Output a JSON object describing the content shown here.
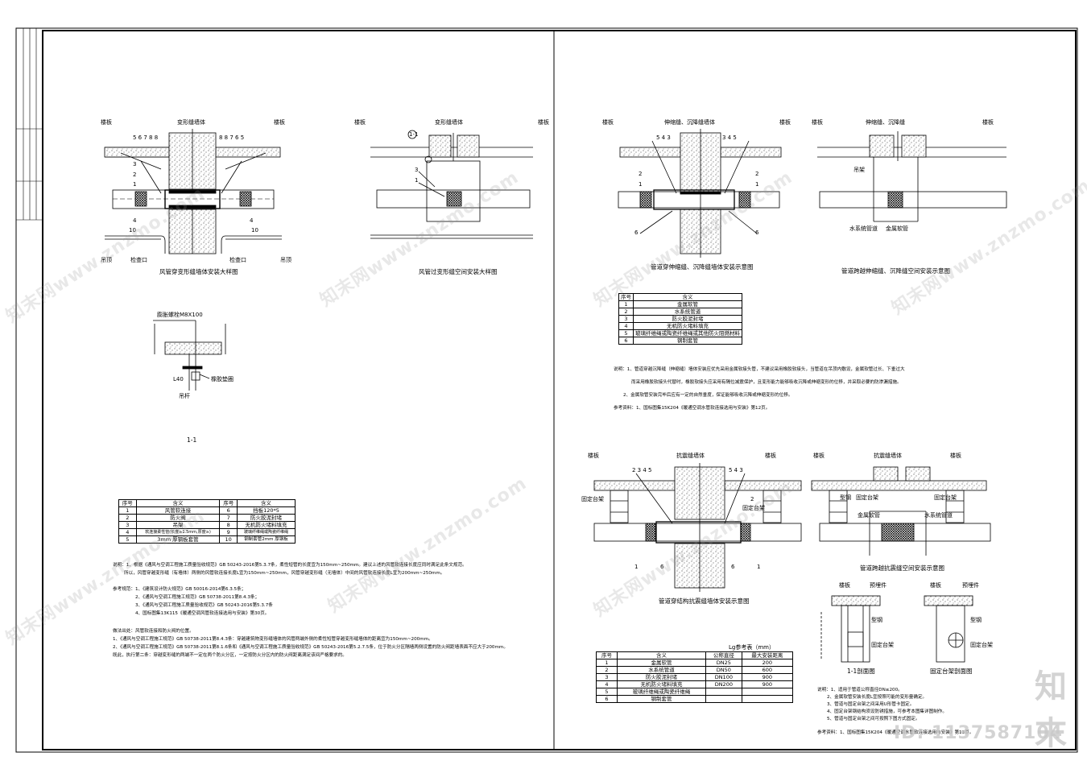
{
  "left": {
    "detail1": {
      "title": "风管穿变形缝墙体安装大样图",
      "labels": {
        "floor_l": "楼板",
        "wall": "变形缝墙体",
        "floor_r": "楼板",
        "nums_l": "5 6 7 8 8",
        "nums_r": "8 8 7 6 5",
        "c3": "3",
        "c2": "2",
        "c1": "1",
        "c4": "4",
        "c10": "10",
        "c4b": "4",
        "c10b": "10",
        "ceil_l": "吊顶",
        "port_l": "检查口",
        "port_r": "检查口",
        "ceil_r": "吊顶"
      }
    },
    "detail2": {
      "title": "风管过变形缝空间安装大样图",
      "labels": {
        "floor_l": "楼板",
        "joint": "变形缝墙体",
        "floor_r": "楼板",
        "c3": "3",
        "c1": "1",
        "ref": "1-1"
      }
    },
    "section": {
      "bolt": "膨胀螺栓M8X100",
      "angle": "L40",
      "hanger": "吊杆",
      "pad": "橡胶垫圈",
      "title": "1-1"
    },
    "table": {
      "headers": [
        "序号",
        "含义",
        "序号",
        "含义"
      ],
      "rows": [
        [
          "1",
          "风管软连接",
          "6",
          "挡板120*5"
        ],
        [
          "2",
          "防火阀",
          "7",
          "防火胶泥封堵"
        ],
        [
          "3",
          "吊架",
          "8",
          "无机防火堵料填充"
        ],
        [
          "4",
          "软连接柔性管(长度≥1.5mm,厚度≥)",
          "9",
          "玻璃纤维绳或陶瓷纤维绳"
        ],
        [
          "5",
          "3mm 厚钢板套管",
          "10",
          "钢制套管2mm 厚钢板"
        ]
      ]
    },
    "notes": [
      "说明：1、根据《通风与空调工程施工质量验收规范》GB 50243-2016第5.3.7条，柔性短管的长度宜为150mm~250mm。建议上述的风管软连接长度应同时满足此条文规范。",
      "所以，风管穿越变形缝（有墙体）两侧的风管软连接长度L宜为150mm~250mm，风管穿越变形缝（无墙体）中间的风管软连接长度L宜为200mm~250mm。",
      "参考规范：1、《建筑设计防火规范》GB 50016-2014第6.3.5条；",
      "2、《通风与空调工程施工规范》GB 50738-2011第8.4.3条；",
      "3、《通风与空调工程施工质量验收规范》GB 50243-2016第5.3.7条",
      "4、国标图集13K115《暖通空调风管软连接选用与安装》第30页。",
      "做法出处：风管软连接和防火阀的位置。",
      "1、《通风与空调工程施工规范》GB 50738-2011第8.4.3条：穿越建筑物变形缝墙体的风管两端外侧的柔性短管穿越变形缝墙体的距离宜为150mm~200mm。",
      "2、《通风与空调工程施工规范》GB 50738-2011第8.1.6条和《通风与空调工程施工质量验收规范》GB 50243-2016第5.2.7.5条，位于防火分区隔墙两侧设置的防火阀距墙表面不应大于200mm。",
      "既此，执行第二条：穿越变形缝的两端不一定在两个防火分区，一定按防火分区内的防火阀距离满足该间严格要求的。"
    ]
  },
  "right": {
    "detail3": {
      "title": "管道穿伸缩缝、沉降缝墙体安装示意图",
      "labels": {
        "floor_l": "楼板",
        "joint": "伸缩缝、沉降缝墙体",
        "floor_r": "楼板",
        "nl": "5 4 3",
        "nr": "3 4 5",
        "c2l": "2",
        "c2r": "2",
        "c1l": "1",
        "c1r": "1",
        "c6l": "6",
        "c6r": "6"
      }
    },
    "detail4": {
      "title": "管道跨越伸缩缝、沉降缝空间安装示意图",
      "labels": {
        "joint": "伸缩缝、沉降缝",
        "floor_l": "楼板",
        "floor_r": "楼板",
        "hanger": "吊架",
        "pipe": "水系统管道",
        "hose": "金属软管"
      }
    },
    "table1": {
      "headers": [
        "序号",
        "含义"
      ],
      "rows": [
        [
          "1",
          "金属软管"
        ],
        [
          "2",
          "水系统管道"
        ],
        [
          "3",
          "防火胶泥封堵"
        ],
        [
          "4",
          "无机防火堵料填充"
        ],
        [
          "5",
          "玻璃纤维绳或陶瓷纤维绳或其他防火阻燃材料"
        ],
        [
          "6",
          "钢制套管"
        ]
      ]
    },
    "notes1": [
      "说明：1、管道穿越沉降缝（伸缩缝）墙体安装应优先采用金属软接头管，不建议采用橡胶软接头，当管道在吊顶内敷设，金属软管过长、下垂过大",
      "而采用橡胶软接头代替时，橡胶软接头应采用有隔位减震保护，且变形能力能够吸收沉降或伸缩变形的位移，并采取必要的防渗漏措施。",
      "2、金属软管安装完毕后应有一定的自然垂度，保证能够吸收沉降或伸缩变形的位移。",
      "参考资料：1、国标图集15K204《暖通空调水管软连接选用与安装》第12页。"
    ],
    "detail5": {
      "title": "管道穿结构抗震缝墙体安装示意图",
      "labels": {
        "floor_l": "楼板",
        "joint": "抗震缝墙体",
        "floor_r": "楼板",
        "nums": "2 3 4 5",
        "nr": "5 4 3",
        "c2": "2",
        "fix_l": "固定台架",
        "fix_r": "固定台架",
        "c1": "1",
        "c6": "6",
        "c6b": "6",
        "c1b": "1"
      }
    },
    "detail6": {
      "title": "管道跨越抗震缝空间安装示意图",
      "labels": {
        "joint": "抗震缝墙体",
        "floor_l": "楼板",
        "floor_r": "楼板",
        "h1": "型钢",
        "fix1": "固定台架",
        "hose": "金属软管",
        "pipe": "水系统管道",
        "fix2": "固定台架"
      }
    },
    "detail7": {
      "title": "1-1剖面图",
      "title2": "固定台架剖面图",
      "labels": {
        "floor1": "楼板",
        "embed1": "预埋件",
        "floor2": "楼板",
        "embed2": "预埋件",
        "steel1": "型钢",
        "steel2": "型钢",
        "fix1": "固定台架",
        "fix2": "固定台架"
      }
    },
    "table2": {
      "caption": "Lg参考表（mm）",
      "headers": [
        "序号",
        "含义",
        "公称直径",
        "最大安装距离"
      ],
      "rows": [
        [
          "1",
          "金属软管",
          "DN25",
          "200"
        ],
        [
          "2",
          "水系统管道",
          "DN50",
          "600"
        ],
        [
          "3",
          "防火胶泥封堵",
          "DN100",
          "900"
        ],
        [
          "4",
          "无机防火堵料填充",
          "DN200",
          "900"
        ],
        [
          "5",
          "玻璃纤维绳或陶瓷纤维绳",
          "",
          ""
        ],
        [
          "6",
          "钢制套管",
          "",
          ""
        ]
      ]
    },
    "notes2": [
      "说明：1、适用于管道公称直径DN≤200。",
      "2、金属软管安装长度L宜按照可能的变形量确定。",
      "3、管道与固定台架之间采用U形管卡固定。",
      "4、固定台架钢结构须设防锈措施，可参考本图集详图制作。",
      "5、管道与固定台架之间可按照下图方式固定。",
      "参考资料：1、国标图集15K204《暖通空调水管软连接选用与安装》第13页。"
    ]
  },
  "watermark": {
    "text": "知末网www.znzmo.com",
    "logo": "知末",
    "id": "ID: 1137587104"
  }
}
